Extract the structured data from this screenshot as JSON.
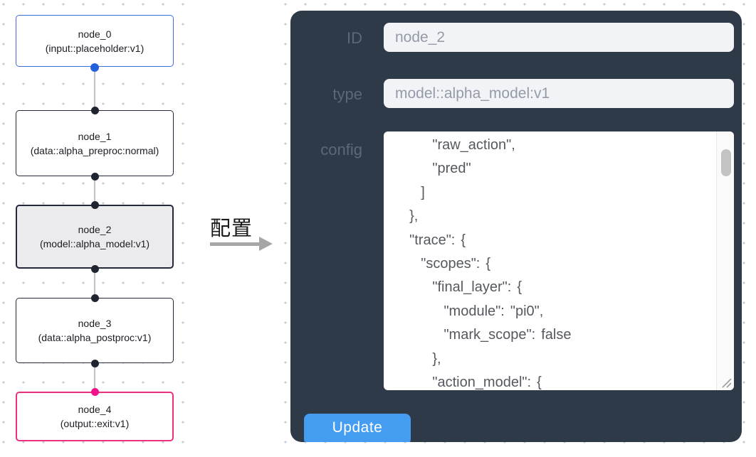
{
  "flow": {
    "nodes": [
      {
        "id": "node_0",
        "title": "node_0",
        "subtitle": "(input::placeholder:v1)",
        "role": "input",
        "border_color": "#3e6fd9",
        "handle_color": "#2462dd"
      },
      {
        "id": "node_1",
        "title": "node_1",
        "subtitle": "(data::alpha_preproc:normal)",
        "role": "processor",
        "border_color": "#232938",
        "handle_color": "#1f2430"
      },
      {
        "id": "node_2",
        "title": "node_2",
        "subtitle": "(model::alpha_model:v1)",
        "role": "model",
        "selected": true,
        "border_color": "#232938",
        "background": "#ebebed",
        "handle_color": "#1f2430"
      },
      {
        "id": "node_3",
        "title": "node_3",
        "subtitle": "(data::alpha_postproc:v1)",
        "role": "processor",
        "border_color": "#232938",
        "handle_color": "#1f2430"
      },
      {
        "id": "node_4",
        "title": "node_4",
        "subtitle": "(output::exit:v1)",
        "role": "output",
        "border_color": "#ed2f7f",
        "handle_color": "#f0128b"
      }
    ]
  },
  "annotation": {
    "label": "配置"
  },
  "panel": {
    "id_field": {
      "label": "ID",
      "value": "node_2"
    },
    "type_field": {
      "label": "type",
      "value": "model::alpha_model:v1"
    },
    "config_field": {
      "label": "config",
      "visible_lines": [
        "      \"raw_action\",",
        "      \"pred\"",
        "    ]",
        "  },",
        "  \"trace\": {",
        "    \"scopes\": {",
        "      \"final_layer\": {",
        "        \"module\": \"pi0\",",
        "        \"mark_scope\": false",
        "      },",
        "      \"action_model\": {"
      ]
    },
    "update_label": "Update"
  },
  "colors": {
    "panel_background": "#2f3a49",
    "field_background": "#f1f3f7",
    "field_text": "#949ba7",
    "label_text": "#5d6775",
    "update_button": "#459df2",
    "input_node_accent": "#3e6fd9",
    "output_node_accent": "#ed2f7f",
    "selected_node_background": "#ebebed",
    "grid_dot": "#c9cbd1"
  }
}
